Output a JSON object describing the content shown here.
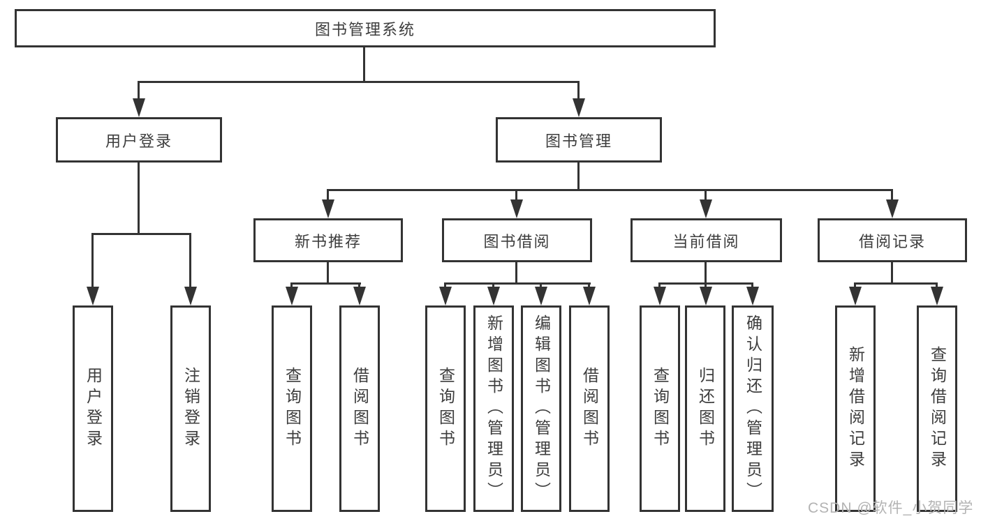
{
  "diagram": {
    "type": "hierarchy-tree",
    "title": "图书管理系统",
    "nodes": {
      "root": {
        "label": "图书管理系统"
      },
      "level2": [
        {
          "label": "用户登录"
        },
        {
          "label": "图书管理"
        }
      ],
      "level3": [
        {
          "label": "新书推荐"
        },
        {
          "label": "图书借阅"
        },
        {
          "label": "当前借阅"
        },
        {
          "label": "借阅记录"
        }
      ],
      "leaves": [
        {
          "label": "用户登录",
          "parent": "用户登录"
        },
        {
          "label": "注销登录",
          "parent": "用户登录"
        },
        {
          "label": "查询图书",
          "parent": "新书推荐"
        },
        {
          "label": "借阅图书",
          "parent": "新书推荐"
        },
        {
          "label": "查询图书",
          "parent": "图书借阅"
        },
        {
          "label": "新增图书（管理员）",
          "parent": "图书借阅"
        },
        {
          "label": "编辑图书（管理员）",
          "parent": "图书借阅"
        },
        {
          "label": "借阅图书",
          "parent": "图书借阅"
        },
        {
          "label": "查询图书",
          "parent": "当前借阅"
        },
        {
          "label": "归还图书",
          "parent": "当前借阅"
        },
        {
          "label": "确认归还（管理员）",
          "parent": "当前借阅"
        },
        {
          "label": "新增借阅记录",
          "parent": "借阅记录"
        },
        {
          "label": "查询借阅记录",
          "parent": "借阅记录"
        }
      ]
    },
    "watermark": {
      "text": "CSDN @软件_小贺同学"
    },
    "colors": {
      "line": "#333333",
      "text": "#3d3d3d",
      "watermark": "#b3b3b3",
      "background": "#ffffff"
    }
  }
}
